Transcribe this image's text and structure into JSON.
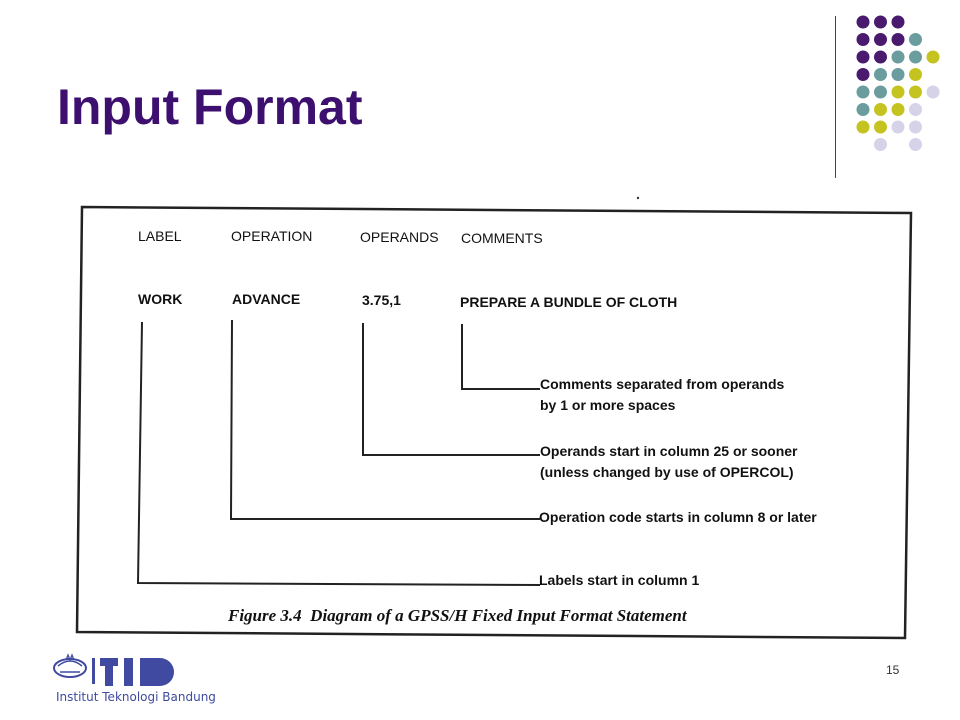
{
  "slide": {
    "title": "Input Format",
    "page_number": "15"
  },
  "colors": {
    "title": "#3d0f6e",
    "dot_purple": "#4a1a6e",
    "dot_teal": "#6b9c9e",
    "dot_yellow": "#c5c320",
    "dot_lavender": "#d6d3e8"
  },
  "dot_grid": {
    "rows": [
      [
        "purple",
        "purple",
        "purple",
        "",
        ""
      ],
      [
        "purple",
        "purple",
        "purple",
        "teal",
        ""
      ],
      [
        "purple",
        "purple",
        "teal",
        "teal",
        "yellow"
      ],
      [
        "purple",
        "teal",
        "teal",
        "yellow",
        ""
      ],
      [
        "teal",
        "teal",
        "yellow",
        "yellow",
        "lavender"
      ],
      [
        "teal",
        "yellow",
        "yellow",
        "lavender",
        ""
      ],
      [
        "yellow",
        "yellow",
        "lavender",
        "lavender",
        ""
      ],
      [
        "",
        "lavender",
        "",
        "lavender",
        ""
      ]
    ]
  },
  "figure": {
    "headers": {
      "label": "LABEL",
      "operation": "OPERATION",
      "operands": "OPERANDS",
      "comments": "COMMENTS"
    },
    "example": {
      "label": "WORK",
      "operation": "ADVANCE",
      "operands": "3.75,1",
      "comments": "PREPARE A BUNDLE OF CLOTH"
    },
    "notes": {
      "comments_1": "Comments separated from operands",
      "comments_2": "by 1 or more spaces",
      "operands_1": "Operands start in column 25 or sooner",
      "operands_2": "(unless changed by use of OPERCOL)",
      "operation": "Operation code starts in column 8 or later",
      "label": "Labels start in column 1"
    },
    "caption": "Figure 3.4  Diagram of a GPSS/H Fixed Input Format Statement"
  },
  "logo": {
    "text": "Institut Teknologi Bandung",
    "icon": "itb-logo-icon"
  }
}
